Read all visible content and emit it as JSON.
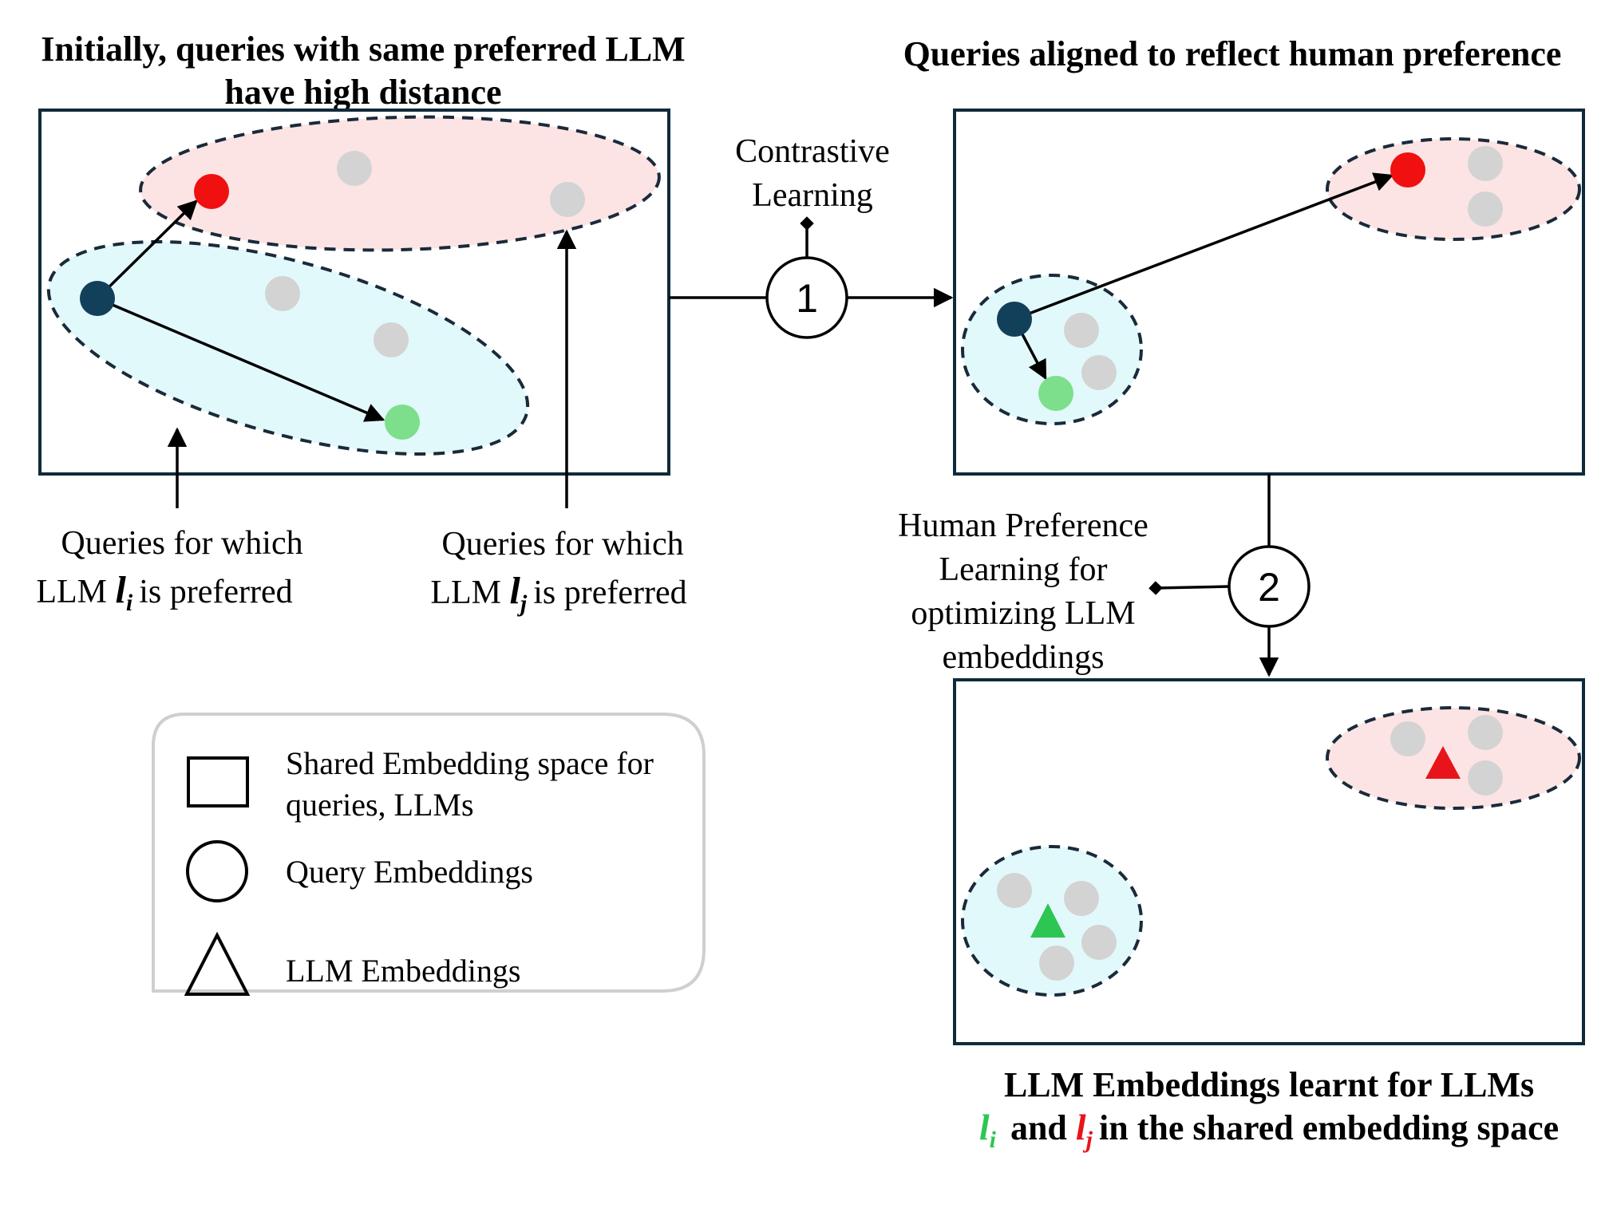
{
  "titles": {
    "left_line1": "Initially, queries with same preferred LLM",
    "left_line2": "have high distance",
    "right": "Queries aligned to reflect human preference",
    "bottom_line1": "LLM Embeddings learnt for LLMs",
    "bottom_li": "l",
    "bottom_li_sub": "i",
    "bottom_and": "and",
    "bottom_lj": "l",
    "bottom_lj_sub": "j",
    "bottom_rest": "in the shared embedding space"
  },
  "steps": {
    "step1_number": "1",
    "step1_label_line1": "Contrastive",
    "step1_label_line2": "Learning",
    "step2_number": "2",
    "step2_label_line1": "Human Preference",
    "step2_label_line2": "Learning for",
    "step2_label_line3": "optimizing LLM",
    "step2_label_line4": "embeddings"
  },
  "annotations": {
    "li_line1": "Queries for which",
    "li_line2_pre": "LLM",
    "li_symbol": "l",
    "li_sub": "i",
    "li_line2_post": "is preferred",
    "lj_line1": "Queries for which",
    "lj_line2_pre": "LLM",
    "lj_symbol": "l",
    "lj_sub": "j",
    "lj_line2_post": "is preferred"
  },
  "legend": {
    "square_line1": "Shared Embedding space for",
    "square_line2": "queries, LLMs",
    "circle": "Query Embeddings",
    "triangle": "LLM Embeddings"
  },
  "colors": {
    "preferred_i": "#2dc653",
    "preferred_j": "#e8141b",
    "anchor_query": "#123f5a",
    "query_i": "#7ddf8b",
    "query_j": "#f01010",
    "neutral_query": "#d3d3d3",
    "cluster_i_fill": "#e2f9fb",
    "cluster_j_fill": "#fde4e4"
  }
}
